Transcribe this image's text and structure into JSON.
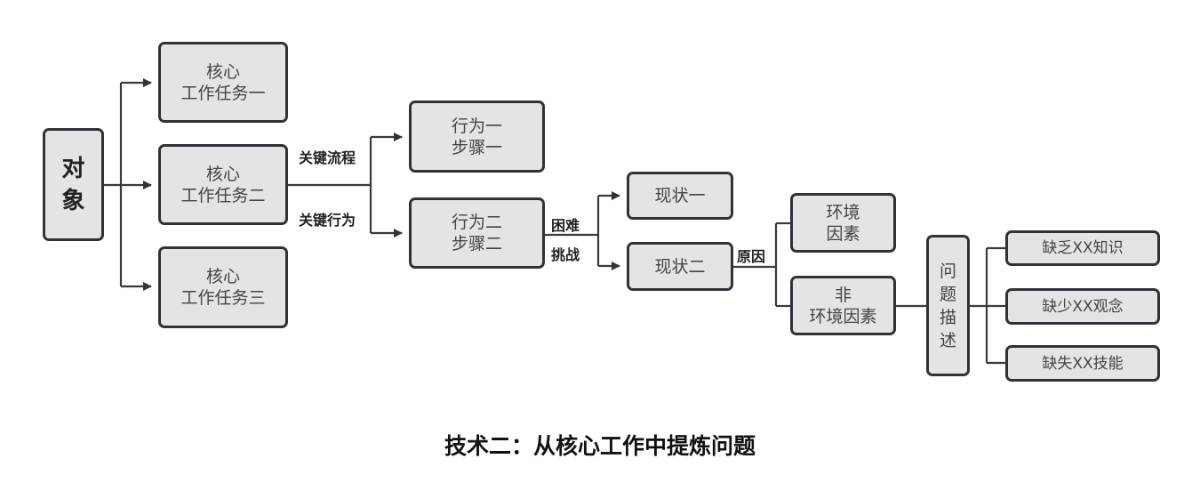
{
  "diagram": {
    "nodes": {
      "object": "对\n象",
      "task1": "核心\n工作任务一",
      "task2": "核心\n工作任务二",
      "task3": "核心\n工作任务三",
      "behavior1": "行为一\n步骤一",
      "behavior2": "行为二\n步骤二",
      "status1": "现状一",
      "status2": "现状二",
      "env": "环境\n因素",
      "non_env": "非\n环境因素",
      "problem": "问\n题\n描\n述",
      "lack1": "缺乏XX知识",
      "lack2": "缺少XX观念",
      "lack3": "缺失XX技能"
    },
    "edge_labels": {
      "key_process": "关键流程",
      "key_behavior": "关键行为",
      "difficulty": "困难",
      "challenge": "挑战",
      "cause": "原因"
    },
    "caption": "技术二：从核心工作中提炼问题"
  }
}
